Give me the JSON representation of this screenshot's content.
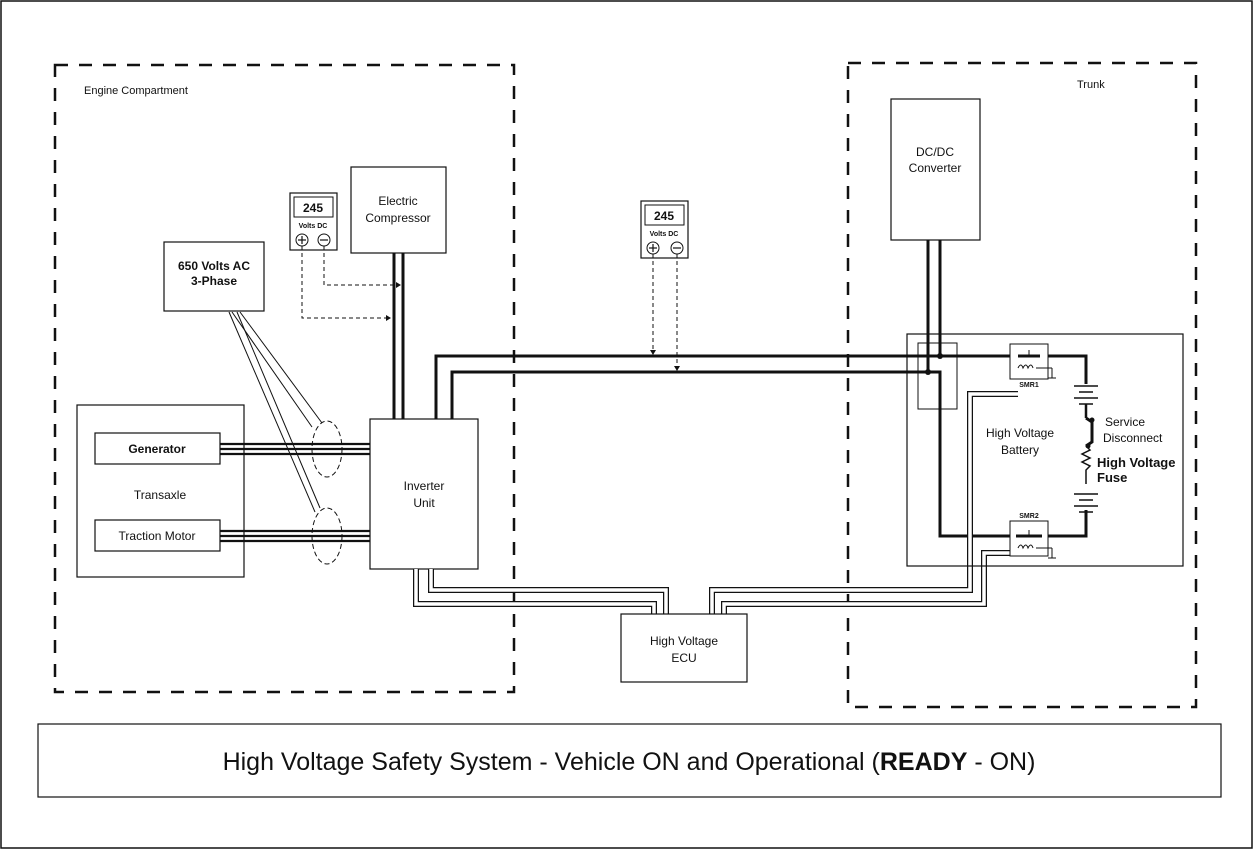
{
  "zones": {
    "engine": "Engine Compartment",
    "trunk": "Trunk"
  },
  "components": {
    "transaxle": "Transaxle",
    "generator": "Generator",
    "traction_motor": "Traction Motor",
    "ac_label_line1": "650 Volts AC",
    "ac_label_line2": "3-Phase",
    "compressor_line1": "Electric",
    "compressor_line2": "Compressor",
    "inverter_line1": "Inverter",
    "inverter_line2": "Unit",
    "ecu_line1": "High Voltage",
    "ecu_line2": "ECU",
    "dcdc_line1": "DC/DC",
    "dcdc_line2": "Converter",
    "battery_line1": "High Voltage",
    "battery_line2": "Battery",
    "service_line1": "Service",
    "service_line2": "Disconnect",
    "fuse_line1": "High Voltage",
    "fuse_line2": "Fuse",
    "smr1": "SMR1",
    "smr2": "SMR2"
  },
  "meters": [
    {
      "value": "245",
      "unit": "Volts DC"
    },
    {
      "value": "245",
      "unit": "Volts DC"
    }
  ],
  "caption": {
    "prefix": "High Voltage Safety System - Vehicle ON and Operational (",
    "bold": "READY",
    "suffix": " - ON)"
  }
}
